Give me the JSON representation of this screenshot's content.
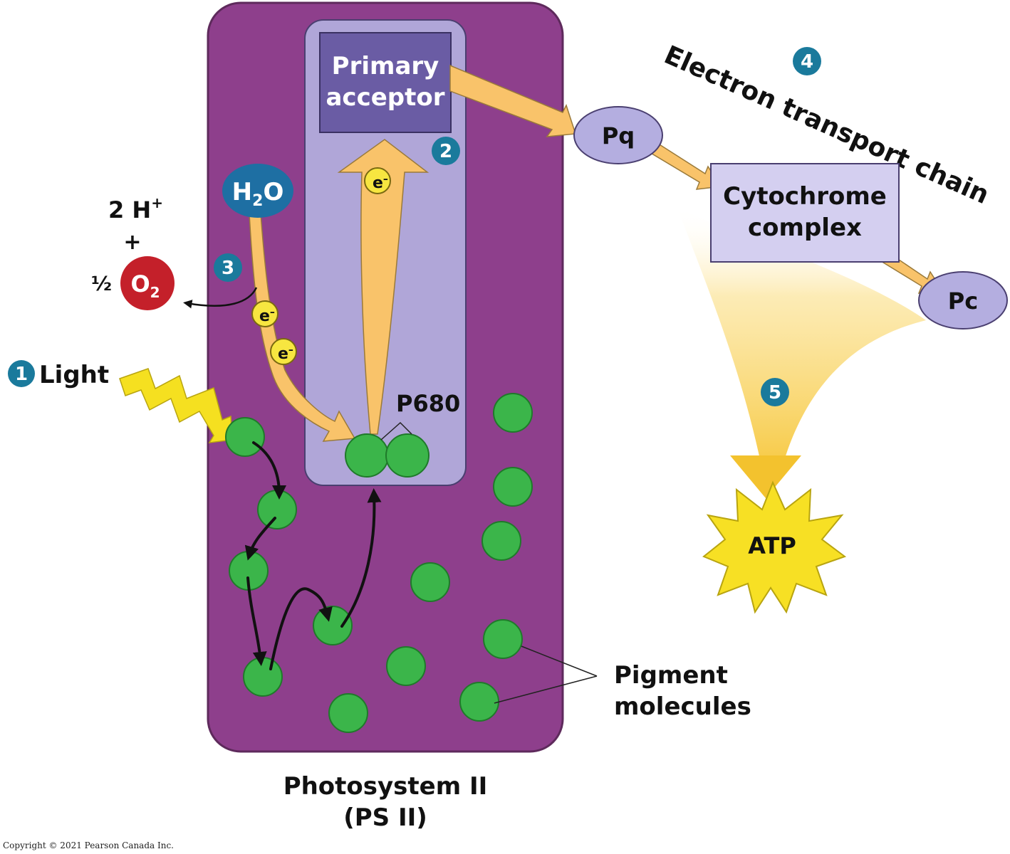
{
  "step_numbers": [
    "1",
    "2",
    "3",
    "4",
    "5"
  ],
  "labels": {
    "light": "Light",
    "primary_acceptor": [
      "Primary",
      "acceptor"
    ],
    "electron": "e",
    "electron_sup": "–",
    "water": {
      "h": "H",
      "sub": "2",
      "o": "O"
    },
    "protons": {
      "prefix": "2 H",
      "sup": "+"
    },
    "plus": "+",
    "half": "½",
    "oxygen": {
      "o": "O",
      "sub": "2"
    },
    "p680": "P680",
    "electron_transport_chain": "Electron transport chain",
    "pq": "Pq",
    "cytochrome": [
      "Cytochrome",
      "complex"
    ],
    "pc": "Pc",
    "atp": "ATP",
    "pigment": [
      "Pigment",
      "molecules"
    ],
    "photosystem": [
      "Photosystem II",
      "(PS II)"
    ]
  },
  "copyright": "Copyright © 2021 Pearson Canada Inc.",
  "colors": {
    "photosystem": "#8e3f8c",
    "reaction_center": "#b0a6d8",
    "primary_acceptor": "#6a5ca4",
    "carrier": "#b4aee0",
    "cytochrome": "#d4cff0",
    "arrow": "#f9c36a",
    "pigment": "#3bb54a",
    "water": "#1e6fa3",
    "oxygen": "#c4202a",
    "step_badge": "#1a7a9c",
    "atp": "#f7e024",
    "lightning": "#f5e020"
  }
}
